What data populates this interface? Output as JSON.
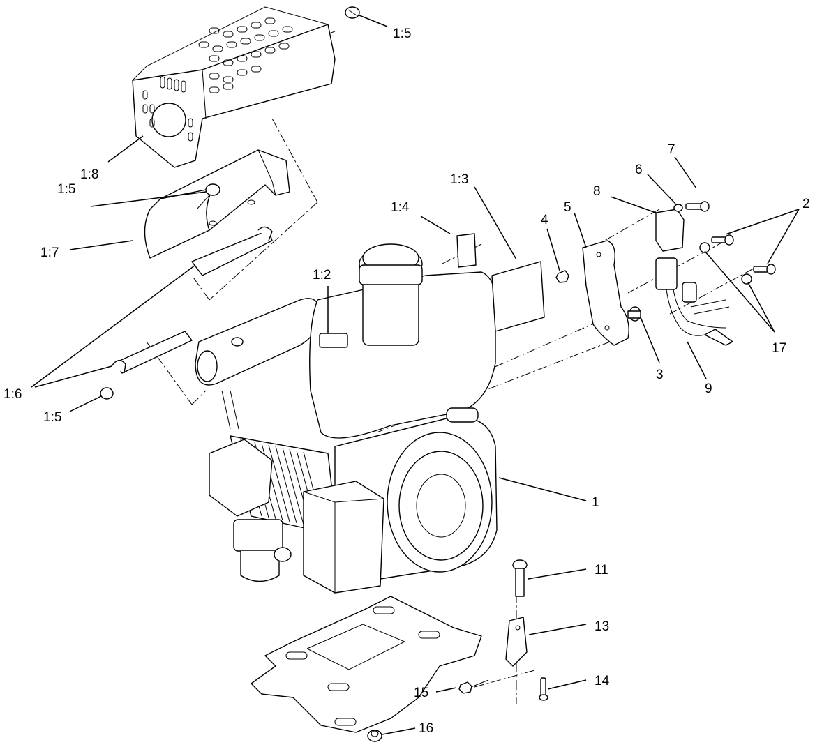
{
  "callouts": {
    "c_1_5_top": "1:5",
    "c_1_8": "1:8",
    "c_1_5_mid": "1:5",
    "c_1_7": "1:7",
    "c_1_6": "1:6",
    "c_1_5_low": "1:5",
    "c_1_2": "1:2",
    "c_1_4": "1:4",
    "c_1_3": "1:3",
    "c_1": "1",
    "c_2": "2",
    "c_3": "3",
    "c_4": "4",
    "c_5": "5",
    "c_6": "6",
    "c_7": "7",
    "c_8": "8",
    "c_9": "9",
    "c_11": "11",
    "c_13": "13",
    "c_14": "14",
    "c_15": "15",
    "c_16": "16",
    "c_17": "17"
  }
}
